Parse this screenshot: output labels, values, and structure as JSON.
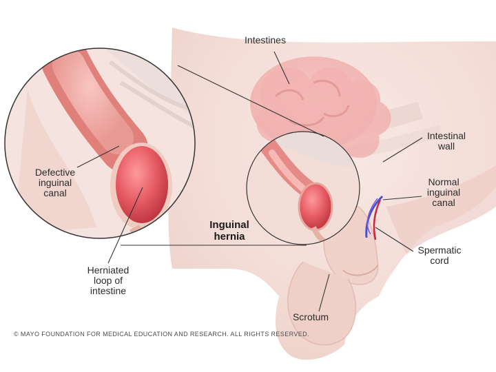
{
  "labels": {
    "intestines": "Intestines",
    "intestinal_wall": [
      "Intestinal",
      "wall"
    ],
    "normal_inguinal_canal": [
      "Normal",
      "inguinal",
      "canal"
    ],
    "spermatic_cord": [
      "Spermatic",
      "cord"
    ],
    "scrotum": "Scrotum",
    "inguinal_hernia": [
      "Inguinal",
      "hernia"
    ],
    "defective_inguinal_canal": [
      "Defective",
      "inguinal",
      "canal"
    ],
    "herniated_loop": [
      "Herniated",
      "loop of",
      "intestine"
    ]
  },
  "copyright": "© MAYO FOUNDATION FOR MEDICAL EDUCATION AND RESEARCH. ALL RIGHTS RESERVED.",
  "colors": {
    "skin": "#f3dcd6",
    "skin_shade": "#e9c7bf",
    "intestine": "#f2b8b6",
    "hernia": "#e0525a",
    "vein_blue": "#4b4fd0",
    "vein_red": "#c9243a",
    "line": "#333333"
  }
}
